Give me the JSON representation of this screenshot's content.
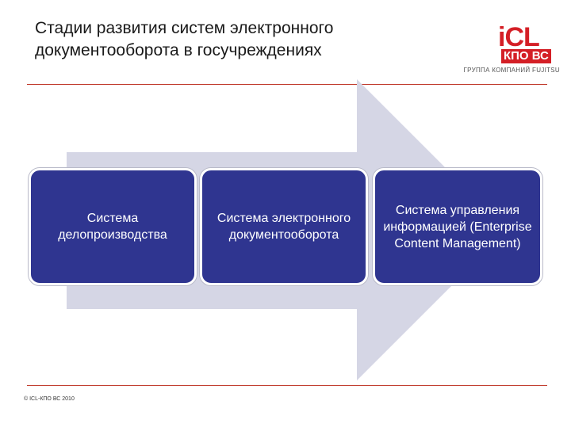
{
  "slide": {
    "title": "Стадии развития систем электронного документооборота в госучреждениях",
    "copyright": "© ICL-КПО ВС 2010"
  },
  "logo": {
    "brand": "iCL",
    "sub": "КПО ВС",
    "tagline": "ГРУППА КОМПАНИЙ FUJITSU"
  },
  "stages": [
    {
      "label": "Система делопроизводства"
    },
    {
      "label": "Система электронного документооборота"
    },
    {
      "label": "Система управления информацией (Enterprise Content Management)"
    }
  ],
  "colors": {
    "stage_fill": "#2f3590",
    "arrow_fill": "#d5d6e5",
    "accent_red": "#d41f26",
    "rule": "#c0392b"
  }
}
